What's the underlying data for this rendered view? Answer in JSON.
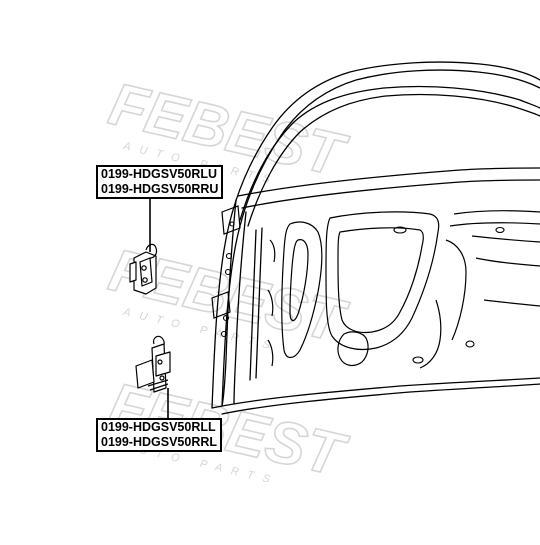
{
  "watermark": {
    "brand": "FEBEST",
    "sub": "AUTO PARTS",
    "color": "#d6d6d6"
  },
  "labels": {
    "upper_hinge": [
      "0199-HDGSV50RLU",
      "0199-HDGSV50RRU"
    ],
    "lower_hinge": [
      "0199-HDGSV50RLL",
      "0199-HDGSV50RRL"
    ]
  }
}
